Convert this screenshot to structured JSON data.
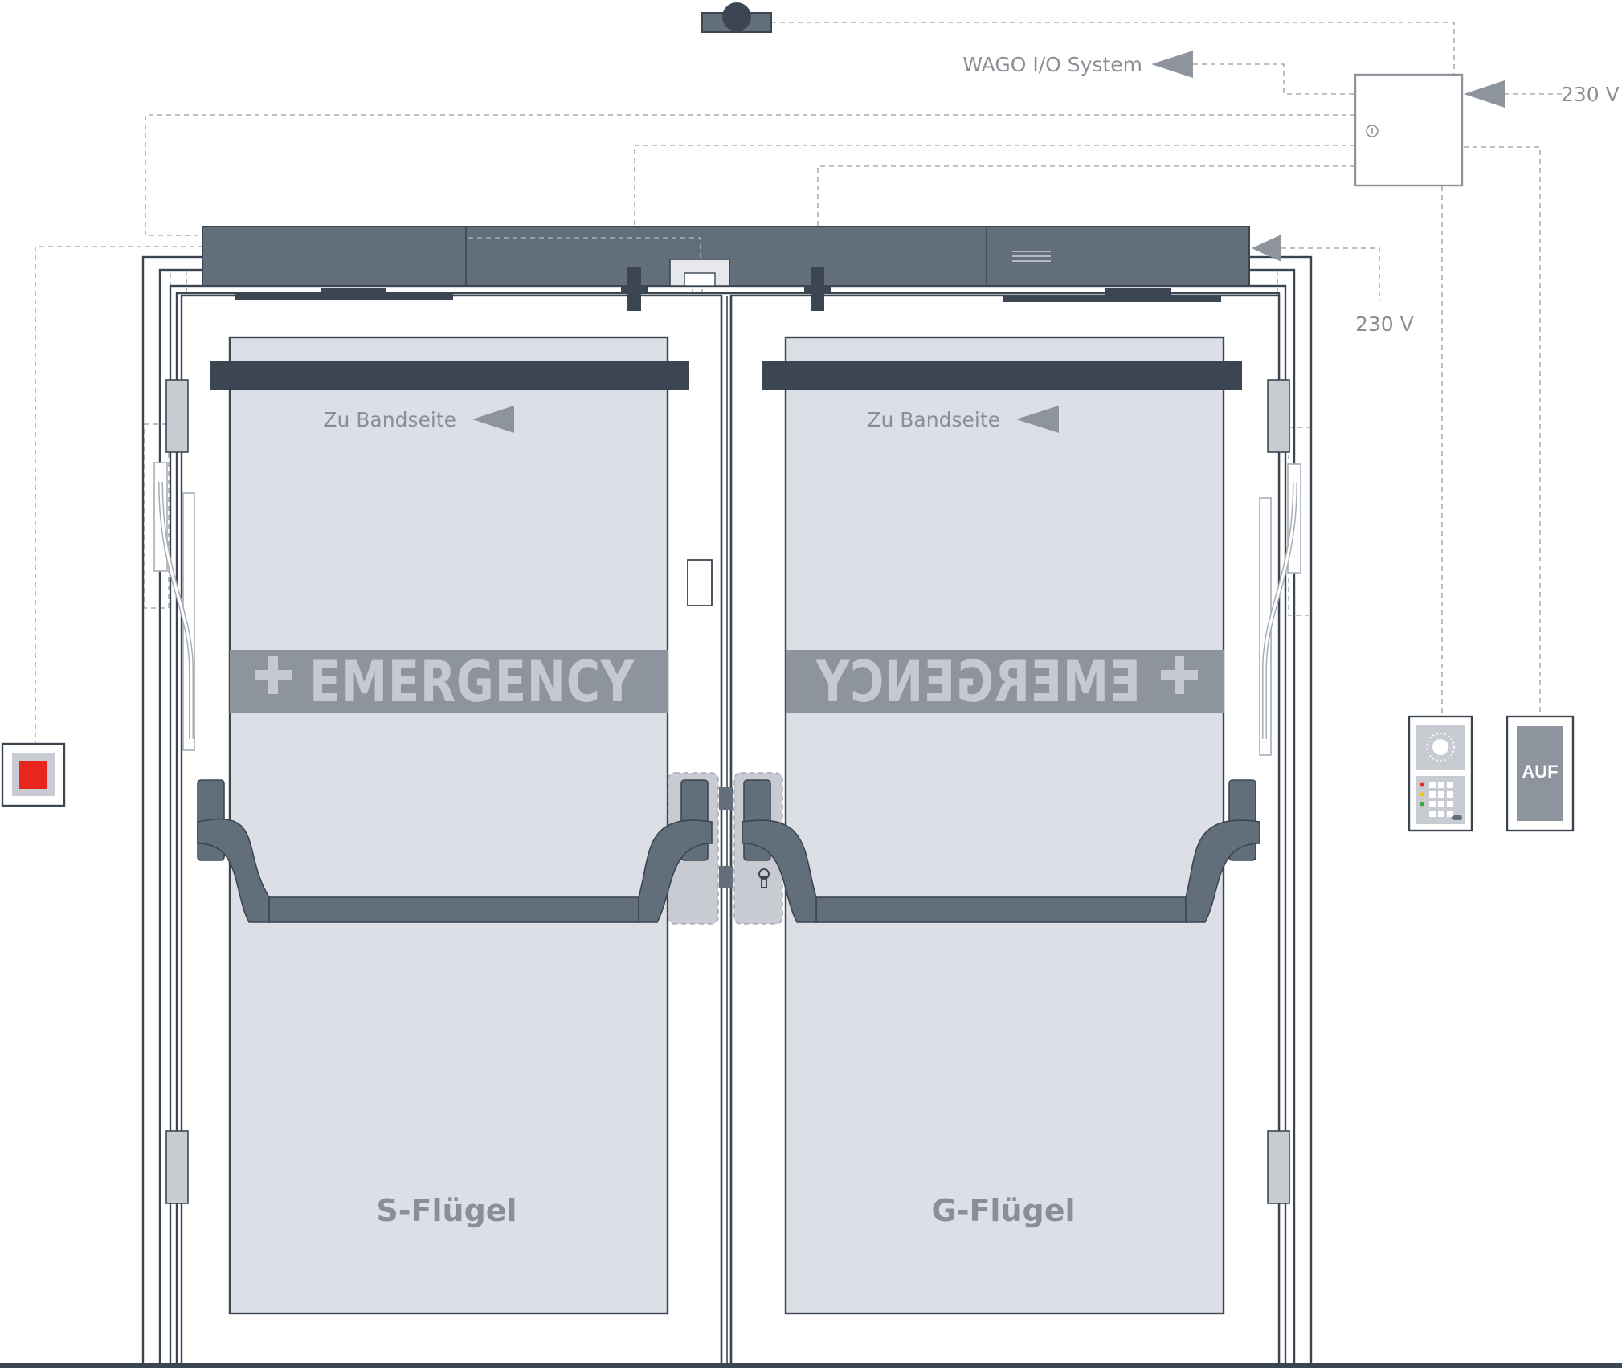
{
  "labels": {
    "wago": "WAGO I/O System",
    "v230_top": "230 V",
    "v230_side": "230 V",
    "zu_bandseite_left": "Zu Bandseite",
    "zu_bandseite_right": "Zu Bandseite",
    "emergency_left": "EMERGENCY",
    "emergency_right": "EMERGENCY",
    "wing_s": "S-Flügel",
    "wing_g": "G-Flügel",
    "auf_button": "AUF"
  },
  "colors": {
    "operator": "#636e7b",
    "dark": "#3c4652",
    "glass": "#dcdfe6",
    "stripe": "#8e949d",
    "connection": "#a8adb4",
    "emergency_button": "#e8261e",
    "arrow": "#8e949d"
  },
  "icons": {
    "camera": "camera-icon",
    "control_unit": "control-unit-icon",
    "keypad": "keypad-intercom-icon",
    "emergency_stop": "emergency-stop-icon"
  }
}
